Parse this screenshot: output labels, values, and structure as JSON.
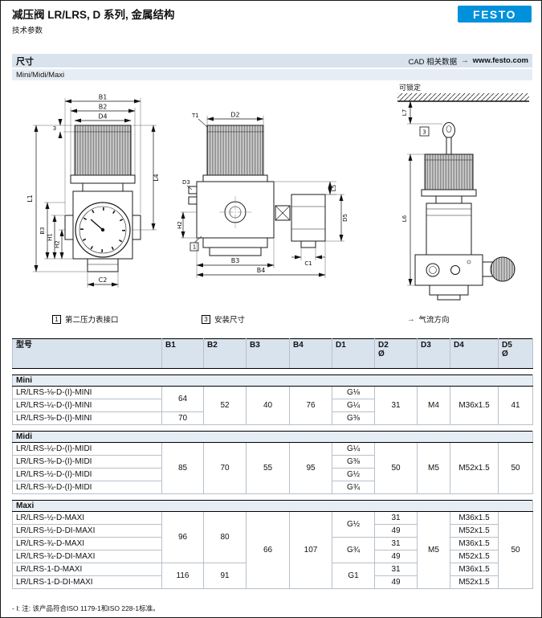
{
  "header": {
    "title": "减压阀 LR/LRS, D 系列, 金属结构",
    "subtitle": "技术参数",
    "logo_text": "FESTO"
  },
  "bars": {
    "section_title": "尺寸",
    "cad_label": "CAD 相关数据",
    "cad_arrow": "→",
    "cad_link": "www.festo.com",
    "variant_bar": "Mini/Midi/Maxi"
  },
  "drawings": {
    "lockable_label": "可锁定",
    "labels": {
      "b1": "B1",
      "b2": "B2",
      "d4": "D4",
      "dim3": "3",
      "l4": "L4",
      "l1": "L1",
      "b3_front": "B3",
      "h1": "H1",
      "h2_front": "H2",
      "c2": "C2",
      "d2": "D2",
      "t1": "T1",
      "d3": "D3",
      "l5": "L5",
      "d5": "D5",
      "h2_side": "H2",
      "b3_side": "B3",
      "b4": "B4",
      "c1": "C1",
      "callout1": "1",
      "l7": "L7",
      "l6": "L6",
      "callout3": "3"
    }
  },
  "legend": {
    "callout1": "1",
    "callout1_text": "第二压力表接口",
    "callout3": "3",
    "callout3_text": "安装尺寸",
    "flow_arrow": "→",
    "flow_text": "气流方向"
  },
  "table": {
    "headers": [
      {
        "t": "型号"
      },
      {
        "t": "B1"
      },
      {
        "t": "B2"
      },
      {
        "t": "B3"
      },
      {
        "t": "B4"
      },
      {
        "t": "D1"
      },
      {
        "t": "D2",
        "sub": "Ø"
      },
      {
        "t": "D3"
      },
      {
        "t": "D4"
      },
      {
        "t": "D5",
        "sub": "Ø"
      }
    ],
    "sections": [
      {
        "name": "Mini",
        "rows": [
          [
            "LR/LRS-⅛-D-(I)-MINI",
            {
              "t": "64",
              "rs": 2
            },
            {
              "t": "52",
              "rs": 3
            },
            {
              "t": "40",
              "rs": 3
            },
            {
              "t": "76",
              "rs": 3
            },
            "G⅛",
            {
              "t": "31",
              "rs": 3
            },
            {
              "t": "M4",
              "rs": 3
            },
            {
              "t": "M36x1.5",
              "rs": 3
            },
            {
              "t": "41",
              "rs": 3
            }
          ],
          [
            "LR/LRS-¼-D-(I)-MINI",
            null,
            null,
            null,
            null,
            "G¼",
            null,
            null,
            null,
            null
          ],
          [
            "LR/LRS-⅜-D-(I)-MINI",
            "70",
            null,
            null,
            null,
            "G⅜",
            null,
            null,
            null,
            null
          ]
        ]
      },
      {
        "name": "Midi",
        "rows": [
          [
            "LR/LRS-¼-D-(I)-MIDI",
            {
              "t": "85",
              "rs": 4
            },
            {
              "t": "70",
              "rs": 4
            },
            {
              "t": "55",
              "rs": 4
            },
            {
              "t": "95",
              "rs": 4
            },
            "G¼",
            {
              "t": "50",
              "rs": 4
            },
            {
              "t": "M5",
              "rs": 4
            },
            {
              "t": "M52x1.5",
              "rs": 4
            },
            {
              "t": "50",
              "rs": 4
            }
          ],
          [
            "LR/LRS-⅜-D-(I)-MIDI",
            null,
            null,
            null,
            null,
            "G⅜",
            null,
            null,
            null,
            null
          ],
          [
            "LR/LRS-½-D-(I)-MIDI",
            null,
            null,
            null,
            null,
            "G½",
            null,
            null,
            null,
            null
          ],
          [
            "LR/LRS-¾-D-(I)-MIDI",
            null,
            null,
            null,
            null,
            "G¾",
            null,
            null,
            null,
            null
          ]
        ]
      },
      {
        "name": "Maxi",
        "rows": [
          [
            "LR/LRS-½-D-MAXI",
            {
              "t": "96",
              "rs": 4
            },
            {
              "t": "80",
              "rs": 4
            },
            {
              "t": "66",
              "rs": 6
            },
            {
              "t": "107",
              "rs": 6
            },
            {
              "t": "G½",
              "rs": 2
            },
            "31",
            {
              "t": "M5",
              "rs": 6
            },
            "M36x1.5",
            {
              "t": "50",
              "rs": 6
            }
          ],
          [
            "LR/LRS-½-D-DI-MAXI",
            null,
            null,
            null,
            null,
            null,
            "49",
            null,
            "M52x1.5",
            null
          ],
          [
            "LR/LRS-¾-D-MAXI",
            null,
            null,
            null,
            null,
            {
              "t": "G¾",
              "rs": 2
            },
            "31",
            null,
            "M36x1.5",
            null
          ],
          [
            "LR/LRS-¾-D-DI-MAXI",
            null,
            null,
            null,
            null,
            null,
            "49",
            null,
            "M52x1.5",
            null
          ],
          [
            "LR/LRS-1-D-MAXI",
            {
              "t": "116",
              "rs": 2
            },
            {
              "t": "91",
              "rs": 2
            },
            null,
            null,
            {
              "t": "G1",
              "rs": 2
            },
            "31",
            null,
            "M36x1.5",
            null
          ],
          [
            "LR/LRS-1-D-DI-MAXI",
            null,
            null,
            null,
            null,
            null,
            "49",
            null,
            "M52x1.5",
            null
          ]
        ]
      }
    ]
  },
  "footnote": "- I: 注: 该产品符合ISO 1179-1和ISO 228-1标准。",
  "colors": {
    "festo_blue": "#0091dc",
    "bar_bg": "#d9e3ee",
    "section_bg": "#e7edf4",
    "grid_line": "#b8c0ca"
  }
}
